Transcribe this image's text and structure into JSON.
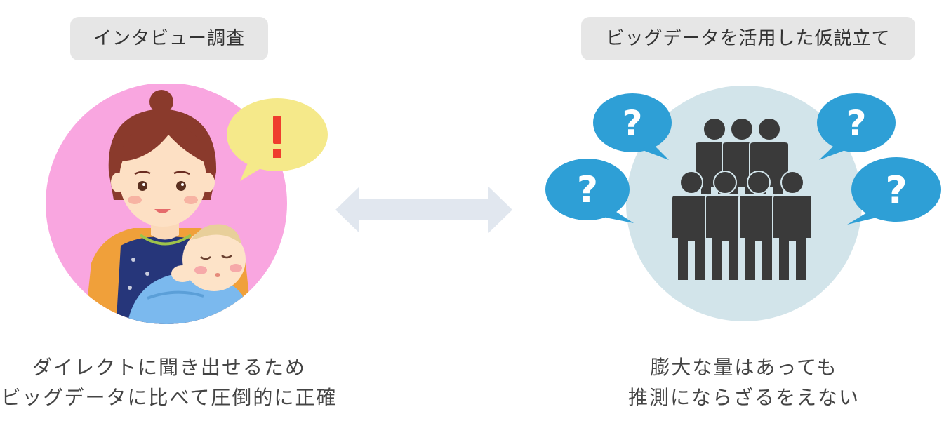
{
  "left": {
    "label": "インタビュー調査",
    "caption_line1": "ダイレクトに聞き出せるため",
    "caption_line2": "ビッグデータに比べて圧倒的に正確",
    "circle_color": "#f9a6e0",
    "icons": [
      "mother-icon",
      "baby-icon",
      "exclamation-speech-bubble-icon"
    ]
  },
  "right": {
    "label": "ビッグデータを活用した仮説立て",
    "caption_line1": "膨大な量はあっても",
    "caption_line2": "推測にならざるをえない",
    "circle_color": "#d2e4ea",
    "icons": [
      "crowd-icon",
      "question-speech-bubble-icon"
    ]
  },
  "arrow": {
    "icon": "double-arrow-icon",
    "color": "#e1e7ef"
  },
  "colors": {
    "pill_bg": "#e6e6e6",
    "question_bubble": "#2e9fd6",
    "exclamation_bubble": "#f5e98a",
    "exclamation_mark": "#ef3d2d",
    "people": "#3a3a3a"
  }
}
